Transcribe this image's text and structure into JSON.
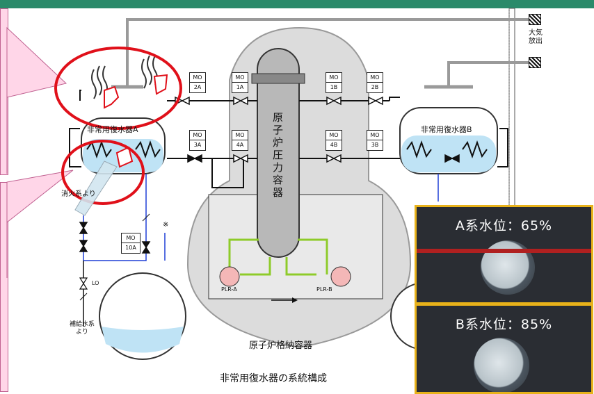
{
  "labels": {
    "vessel": "原子炉圧力容器",
    "ic_a": "非常用復水器A",
    "ic_b": "非常用復水器B",
    "containment": "原子炉格納容器",
    "title": "非常用復水器の系統構成",
    "atmosphere_vent": "大気\n放出",
    "fire_protection": "消火系より",
    "makeup_water": "補給水系\nより",
    "lo": "LO",
    "note_mark": "※",
    "plr_a": "PLR-A",
    "plr_b": "PLR-B"
  },
  "valves": [
    {
      "top": "MO",
      "bottom": "2A"
    },
    {
      "top": "MO",
      "bottom": "1A"
    },
    {
      "top": "MO",
      "bottom": "1B"
    },
    {
      "top": "MO",
      "bottom": "2B"
    },
    {
      "top": "MO",
      "bottom": "3A"
    },
    {
      "top": "MO",
      "bottom": "4A"
    },
    {
      "top": "MO",
      "bottom": "4B"
    },
    {
      "top": "MO",
      "bottom": "3B"
    },
    {
      "top": "MO",
      "bottom": "10A"
    }
  ],
  "photos": {
    "a_caption": "A系水位：65%",
    "b_caption": "B系水位：85%"
  },
  "colors": {
    "pipe": "#111111",
    "vent_pipe": "#9a9a9a",
    "water": "#bfe3f5",
    "flow_blue": "#1f3fd6",
    "green_loop": "#8ecb2a",
    "highlight_red": "#e0101a",
    "photo_border": "#e8b21a",
    "callout_pink": "#ffd6e8"
  }
}
